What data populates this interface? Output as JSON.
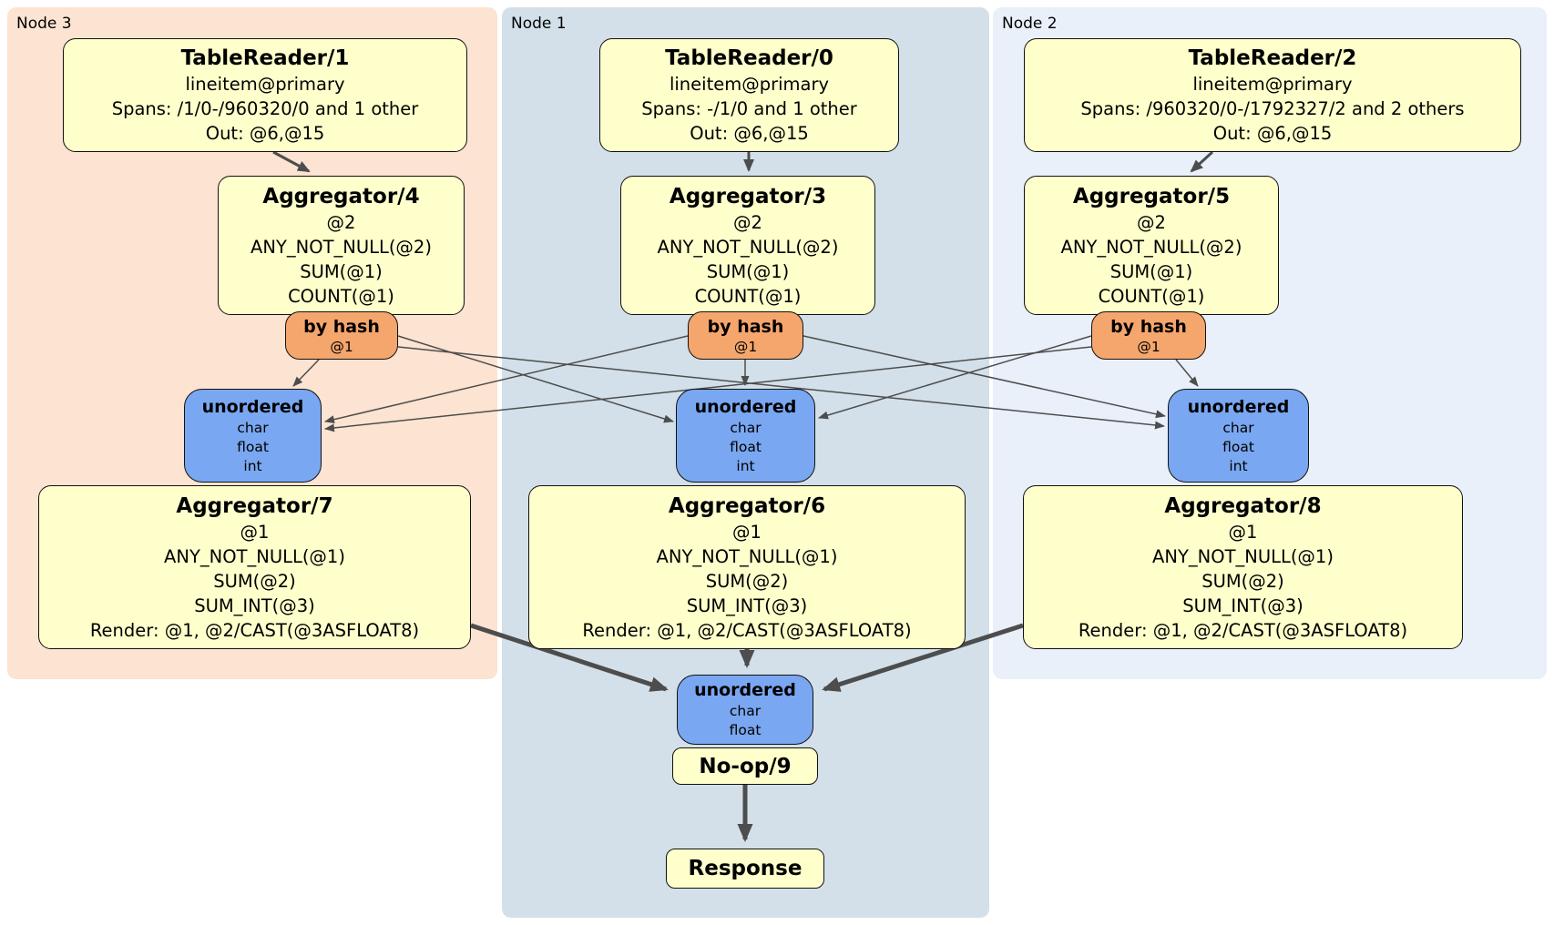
{
  "groups": {
    "node3": {
      "label": "Node 3"
    },
    "node1": {
      "label": "Node 1"
    },
    "node2": {
      "label": "Node 2"
    }
  },
  "processors": {
    "tr1": {
      "title": "TableReader/1",
      "lines": [
        "lineitem@primary",
        "Spans: /1/0-/960320/0 and 1 other",
        "Out: @6,@15"
      ]
    },
    "tr0": {
      "title": "TableReader/0",
      "lines": [
        "lineitem@primary",
        "Spans: -/1/0 and 1 other",
        "Out: @6,@15"
      ]
    },
    "tr2": {
      "title": "TableReader/2",
      "lines": [
        "lineitem@primary",
        "Spans: /960320/0-/1792327/2 and 2 others",
        "Out: @6,@15"
      ]
    },
    "agg4": {
      "title": "Aggregator/4",
      "lines": [
        "@2",
        "ANY_NOT_NULL(@2)",
        "SUM(@1)",
        "COUNT(@1)"
      ]
    },
    "agg3": {
      "title": "Aggregator/3",
      "lines": [
        "@2",
        "ANY_NOT_NULL(@2)",
        "SUM(@1)",
        "COUNT(@1)"
      ]
    },
    "agg5": {
      "title": "Aggregator/5",
      "lines": [
        "@2",
        "ANY_NOT_NULL(@2)",
        "SUM(@1)",
        "COUNT(@1)"
      ]
    },
    "agg7": {
      "title": "Aggregator/7",
      "lines": [
        "@1",
        "ANY_NOT_NULL(@1)",
        "SUM(@2)",
        "SUM_INT(@3)",
        "Render: @1, @2/CAST(@3ASFLOAT8)"
      ]
    },
    "agg6": {
      "title": "Aggregator/6",
      "lines": [
        "@1",
        "ANY_NOT_NULL(@1)",
        "SUM(@2)",
        "SUM_INT(@3)",
        "Render: @1, @2/CAST(@3ASFLOAT8)"
      ]
    },
    "agg8": {
      "title": "Aggregator/8",
      "lines": [
        "@1",
        "ANY_NOT_NULL(@1)",
        "SUM(@2)",
        "SUM_INT(@3)",
        "Render: @1, @2/CAST(@3ASFLOAT8)"
      ]
    },
    "noop": {
      "title": "No-op/9"
    },
    "response": {
      "title": "Response"
    }
  },
  "routers": {
    "hash3": {
      "title": "by hash",
      "detail": "@1"
    },
    "hash1": {
      "title": "by hash",
      "detail": "@1"
    },
    "hash2": {
      "title": "by hash",
      "detail": "@1"
    }
  },
  "syncs": {
    "sync3": {
      "title": "unordered",
      "lines": [
        "char",
        "float",
        "int"
      ]
    },
    "sync1": {
      "title": "unordered",
      "lines": [
        "char",
        "float",
        "int"
      ]
    },
    "sync2": {
      "title": "unordered",
      "lines": [
        "char",
        "float",
        "int"
      ]
    },
    "syncFinal": {
      "title": "unordered",
      "lines": [
        "char",
        "float"
      ]
    }
  },
  "colors": {
    "node3_bg": "#fce3d2",
    "node1_bg": "#d3e0e9",
    "node2_bg": "#e9f0fa",
    "processor_bg": "#ffffcc",
    "router_bg": "#f5a66d",
    "sync_bg": "#7aa7f1",
    "edge": "#4d4d4d",
    "border": "#111111"
  }
}
